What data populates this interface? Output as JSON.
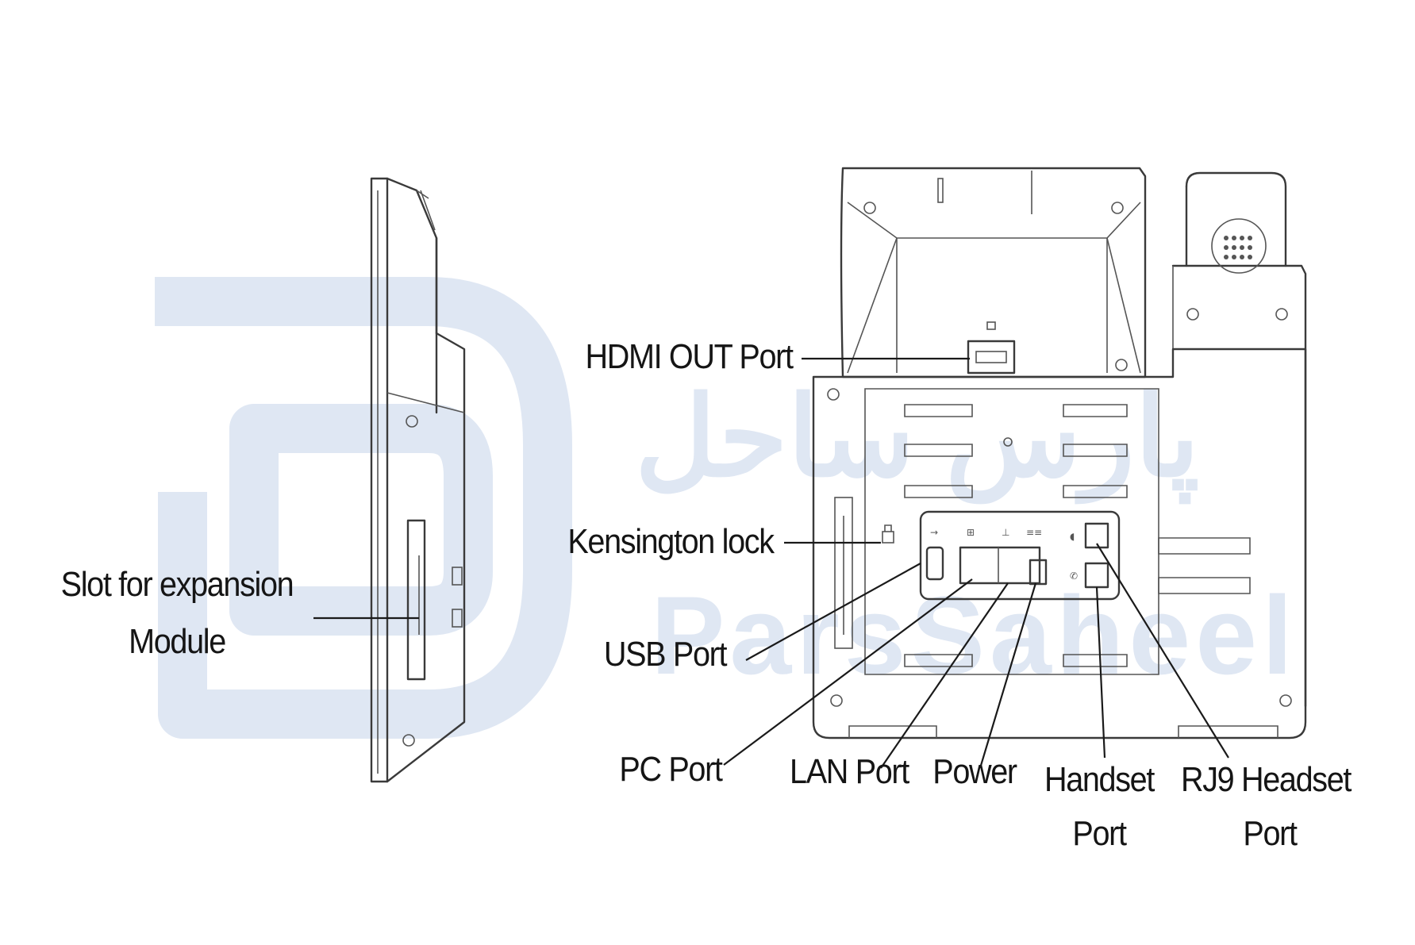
{
  "diagram": {
    "labels": {
      "slot_expansion_line1": "Slot for expansion",
      "slot_expansion_line2": "Module",
      "hdmi_out": "HDMI OUT Port",
      "kensington": "Kensington lock",
      "usb": "USB Port",
      "pc": "PC Port",
      "lan": "LAN Port",
      "power": "Power",
      "handset_line1": "Handset",
      "handset_line2": "Port",
      "rj9_line1": "RJ9 Headset",
      "rj9_line2": "Port"
    },
    "watermark": {
      "latin": "ParsSaheel",
      "persian": "پارس ساحل"
    },
    "colors": {
      "line": "#3a3a3a",
      "watermark": "#dfe7f3"
    }
  }
}
